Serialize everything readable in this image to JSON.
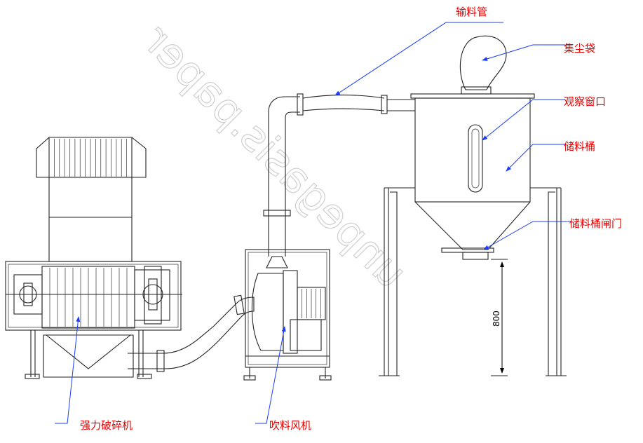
{
  "labels": {
    "conveying_pipe": "输料管",
    "dust_bag": "集尘袋",
    "observation_window": "观察窗口",
    "storage_bin": "储料桶",
    "bin_gate": "储料桶闸门",
    "crusher": "强力破碎机",
    "blower": "吹料风机"
  },
  "dimension": {
    "height_label": "800"
  },
  "watermark": "unpegasis.paper",
  "colors": {
    "label": "#e60000",
    "leader": "#1a3cff",
    "line": "#222222",
    "watermark": "#cfcfcf"
  }
}
